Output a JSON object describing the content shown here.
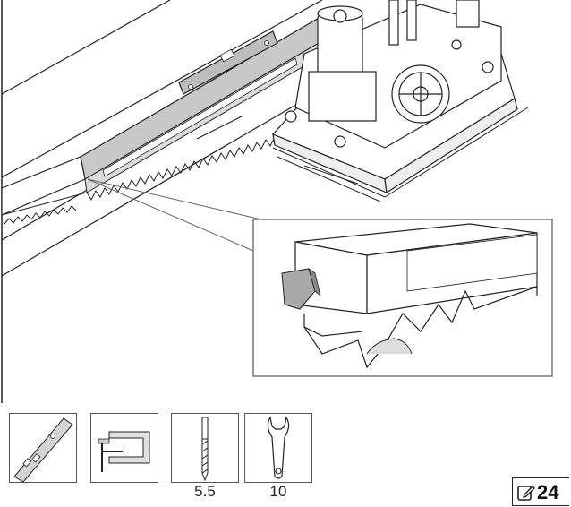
{
  "tools": {
    "spirit_level": {
      "icon": "spirit-level-icon",
      "label": ""
    },
    "clamp": {
      "icon": "c-clamp-icon",
      "label": ""
    },
    "drill_bit": {
      "icon": "drill-bit-icon",
      "label": "5.5"
    },
    "wrench": {
      "icon": "wrench-icon",
      "label": "10"
    }
  },
  "page_badge": {
    "icon": "edit-note-icon",
    "number": "24"
  },
  "colors": {
    "line": "#222222",
    "rack_fill": "#c8c8c8",
    "panel_fill": "#ffffff"
  }
}
